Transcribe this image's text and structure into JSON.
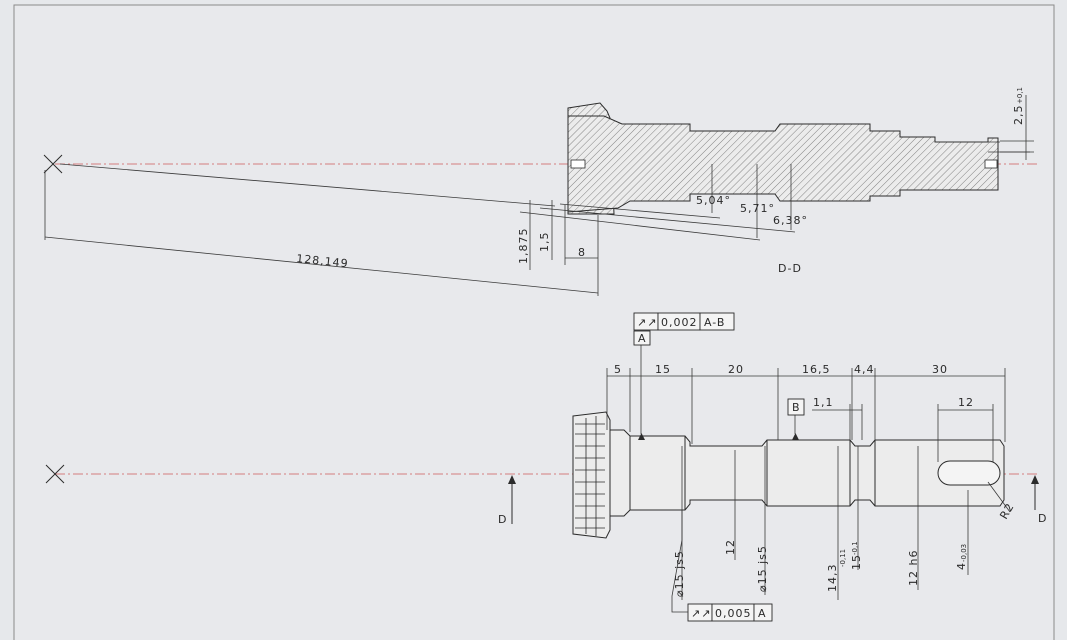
{
  "section": {
    "view_label": "D-D",
    "dims": {
      "length": "128,149",
      "dim_1875": "1,875",
      "dim_15": "1,5",
      "dim_8": "8",
      "angle_504": "5,04°",
      "angle_571": "5,71°",
      "angle_638": "6,38°",
      "dim_25": "2,5",
      "dim_25_tol": "+0,1"
    }
  },
  "main": {
    "section_marker": "D",
    "dims": {
      "d5": "5",
      "d15": "15",
      "d20": "20",
      "d165": "16,5",
      "d44": "4,4",
      "d30": "30",
      "d12_key": "12",
      "d11": "1,1",
      "dia15_a": "⌀15 js5",
      "dia12": "12",
      "dia15_b": "⌀15 js5",
      "dia143": "14,3",
      "dia143_tol": "-0,11",
      "dia15_c": "15",
      "dia15_c_tol": "-0,1",
      "dia12h6": "12 h6",
      "dim4": "4",
      "dim4_tol": "-0,03",
      "r2": "R2"
    },
    "tolerances": {
      "top": {
        "symbol": "↗↗",
        "value": "0,002",
        "ref": "A-B"
      },
      "bottom": {
        "symbol": "↗↗",
        "value": "0,005",
        "ref": "A"
      }
    },
    "datums": {
      "a": "A",
      "b": "B"
    }
  }
}
